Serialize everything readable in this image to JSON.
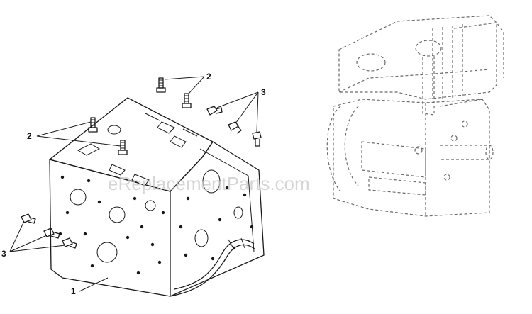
{
  "watermark": "eReplacementParts.com",
  "callouts": {
    "frame": "1",
    "studs_top": "2",
    "studs_left": "2",
    "bolts_top": "3",
    "bolts_left": "3"
  }
}
